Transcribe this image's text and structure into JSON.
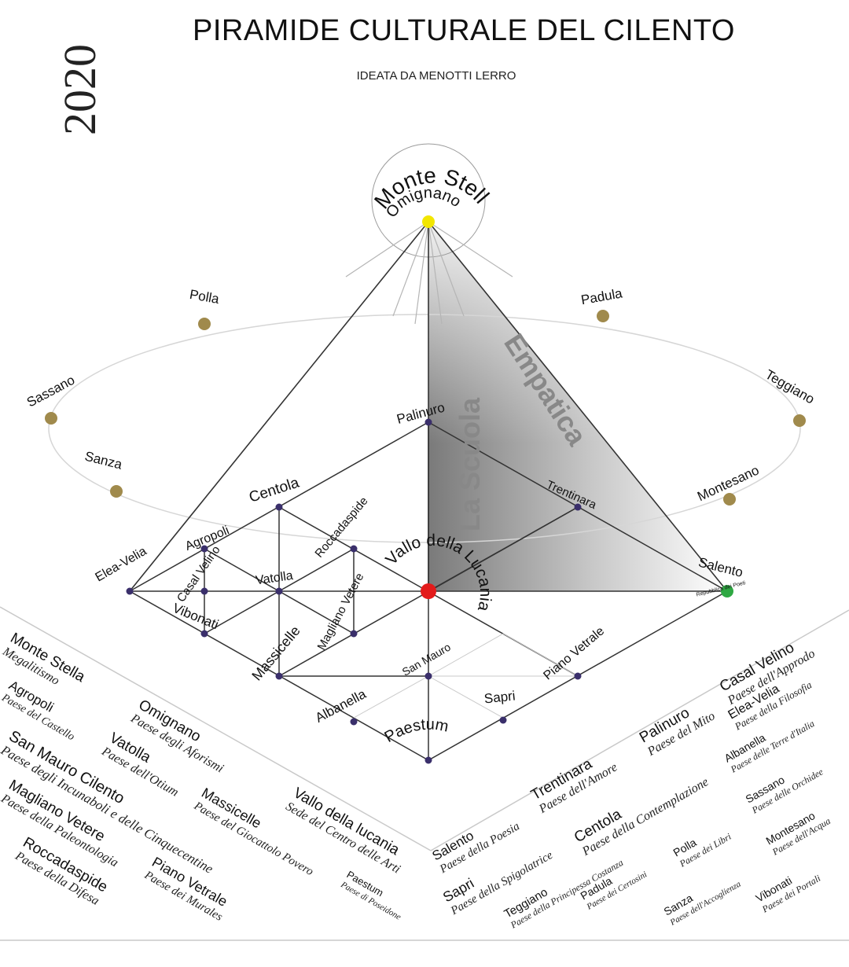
{
  "year": "2020",
  "title": "PIRAMIDE CULTURALE DEL CILENTO",
  "subtitle": "IDEATA DA MENOTTI LERRO",
  "apex": {
    "arc_label": "Monte Stella",
    "node_label": "Omignano",
    "color": "#f2e600"
  },
  "ring_labels": {
    "polla": "Polla",
    "sassano": "Sassano",
    "sanza": "Sanza",
    "padula": "Padula",
    "teggiano": "Teggiano",
    "montesano": "Montesano",
    "ring_dot_color": "#a08a4c"
  },
  "face_labels": {
    "scuola": "La Scuola",
    "empatica": "Empatica"
  },
  "grid_labels": {
    "palinuro": "Palinuro",
    "trentinara": "Trentinara",
    "centola": "Centola",
    "agropoli": "Agropoli",
    "roccadaspide": "Roccadaspide",
    "elea_velia": "Elea-Velia",
    "casal_velino": "Casal Velino",
    "vatolla": "Vatolla",
    "vibonati": "Vibonati",
    "vallo": "Vallo della Lucania",
    "magliano": "Magliano Vetere",
    "massicelle": "Massicelle",
    "san_mauro": "San Mauro",
    "piano_vetrale": "Piano Vetrale",
    "albanella": "Albanella",
    "sapri": "Sapri",
    "paestum": "Paestum",
    "salento": "Salento",
    "salento_sub": "Repubblica dei Poeti",
    "center_color": "#e31b1b",
    "salento_color": "#2fa843",
    "node_color": "#3a2f6b"
  },
  "legend_left": [
    {
      "name": "Monte Stella",
      "desc": "Megalitismo"
    },
    {
      "name": "Agropoli",
      "desc": "Paese del Castello"
    },
    {
      "name": "Omignano",
      "desc": "Paese degli Aforismi"
    },
    {
      "name": "Vatolla",
      "desc": "Paese dell'Otium"
    },
    {
      "name": "San Mauro Cilento",
      "desc": "Paese degli Incunaboli e delle Cinquecentine"
    },
    {
      "name": "Massicelle",
      "desc": "Paese del Giocattolo Povero"
    },
    {
      "name": "Magliano Vetere",
      "desc": "Paese della Paleontologia"
    },
    {
      "name": "Vallo della lucania",
      "desc": "Sede del Centro delle Arti"
    },
    {
      "name": "Piano Vetrale",
      "desc": "Paese dei Murales"
    },
    {
      "name": "Roccadaspide",
      "desc": "Paese della Difesa"
    },
    {
      "name": "Paestum",
      "desc": "Paese di Poseidone"
    }
  ],
  "legend_right": [
    {
      "name": "Casal Velino",
      "desc": "Paese dell'Approdo"
    },
    {
      "name": "Palinuro",
      "desc": "Paese del Mito"
    },
    {
      "name": "Elea-Velia",
      "desc": "Paese della Filosofia"
    },
    {
      "name": "Trentinara",
      "desc": "Paese dell'Amore"
    },
    {
      "name": "Albanella",
      "desc": "Paese delle Terre d'Italia"
    },
    {
      "name": "Centola",
      "desc": "Paese della Contemplazione"
    },
    {
      "name": "Sassano",
      "desc": "Paese delle Orchidee"
    },
    {
      "name": "Salento",
      "desc": "Paese della Poesia"
    },
    {
      "name": "Polla",
      "desc": "Paese dei Libri"
    },
    {
      "name": "Montesano",
      "desc": "Paese dell'Acqua"
    },
    {
      "name": "Sapri",
      "desc": "Paese della Spigolatrice"
    },
    {
      "name": "Teggiano",
      "desc": "Paese della Principessa Costanza"
    },
    {
      "name": "Padula",
      "desc": "Paese dei Certosini"
    },
    {
      "name": "Sanza",
      "desc": "Paese dell'Accoglienza"
    },
    {
      "name": "Vibonati",
      "desc": "Paese dei Portali"
    }
  ]
}
